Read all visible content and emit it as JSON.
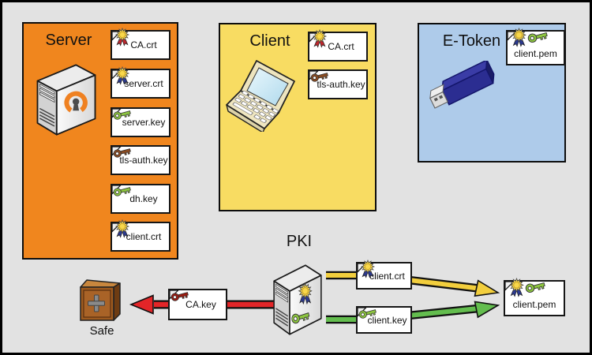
{
  "colors": {
    "background": "#E2E2E2",
    "server_zone": "#F0861E",
    "client_zone": "#F8DC62",
    "etoken_zone": "#AECBEA",
    "arrow_red": "#E32528",
    "arrow_yellow": "#F2CE3D",
    "arrow_green": "#63BD4E",
    "key_green": "#8DC63F",
    "key_brown": "#8A4B21",
    "key_darkred": "#9B1B10",
    "ribbon_red": "#C1272D",
    "ribbon_blue": "#2B3990",
    "star_gold": "#F9D84B",
    "openvpn_orange": "#EF8121"
  },
  "zones": {
    "server": {
      "title": "Server",
      "device_icon": "server-tower-openvpn",
      "files": [
        {
          "name": "CA.crt",
          "icon": "certificate-red-ribbon"
        },
        {
          "name": "server.crt",
          "icon": "certificate-blue-ribbon"
        },
        {
          "name": "server.key",
          "icon": "key-green"
        },
        {
          "name": "tls-auth.key",
          "icon": "key-brown"
        },
        {
          "name": "dh.key",
          "icon": "key-green"
        },
        {
          "name": "client.crt",
          "icon": "certificate-blue-ribbon"
        }
      ]
    },
    "client": {
      "title": "Client",
      "device_icon": "laptop",
      "files": [
        {
          "name": "CA.crt",
          "icon": "certificate-red-ribbon"
        },
        {
          "name": "tls-auth.key",
          "icon": "key-brown"
        }
      ]
    },
    "etoken": {
      "title": "E-Token",
      "device_icon": "usb-token",
      "files": [
        {
          "name": "client.pem",
          "icon": "certificate-blue-ribbon key-green"
        }
      ]
    }
  },
  "pki": {
    "title": "PKI",
    "device_icon": "server-tower-certificate-key",
    "outputs": {
      "ca_key": {
        "name": "CA.key",
        "icon": "key-darkred",
        "arrow": "red",
        "to": "safe"
      },
      "client_crt": {
        "name": "client.crt",
        "icon": "certificate-blue-ribbon",
        "arrow": "yellow",
        "to": "client_pem"
      },
      "client_key": {
        "name": "client.key",
        "icon": "key-green",
        "arrow": "green",
        "to": "client_pem"
      },
      "client_pem": {
        "name": "client.pem",
        "icon": "certificate-blue-ribbon key-green"
      }
    }
  },
  "safe": {
    "label": "Safe",
    "icon": "safe"
  }
}
